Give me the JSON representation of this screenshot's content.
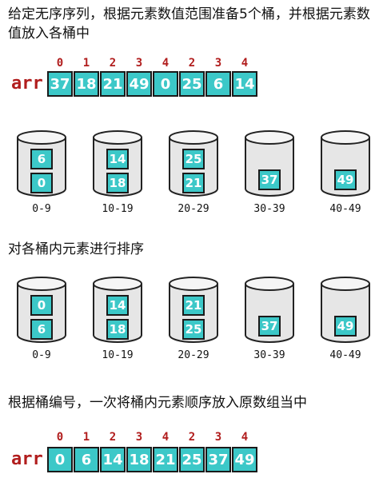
{
  "captions": {
    "step1": "给定无序序列，根据元素数值范围准备5个桶，并根据元素数值放入各桶中",
    "step2": "对各桶内元素进行排序",
    "step3": "根据桶编号，一次将桶内元素顺序放入原数组当中"
  },
  "array_label": "arr",
  "indices": [
    "0",
    "1",
    "2",
    "3",
    "4",
    "2",
    "3",
    "4"
  ],
  "input_array": [
    "37",
    "18",
    "21",
    "49",
    "0",
    "25",
    "6",
    "14"
  ],
  "buckets_unsorted": [
    {
      "label": "0-9",
      "items": [
        "6",
        "0"
      ]
    },
    {
      "label": "10-19",
      "items": [
        "14",
        "18"
      ]
    },
    {
      "label": "20-29",
      "items": [
        "25",
        "21"
      ]
    },
    {
      "label": "30-39",
      "items": [
        "37"
      ]
    },
    {
      "label": "40-49",
      "items": [
        "49"
      ]
    }
  ],
  "buckets_sorted": [
    {
      "label": "0-9",
      "items": [
        "0",
        "6"
      ]
    },
    {
      "label": "10-19",
      "items": [
        "14",
        "18"
      ]
    },
    {
      "label": "20-29",
      "items": [
        "21",
        "25"
      ]
    },
    {
      "label": "30-39",
      "items": [
        "37"
      ]
    },
    {
      "label": "40-49",
      "items": [
        "49"
      ]
    }
  ],
  "output_array": [
    "0",
    "6",
    "14",
    "18",
    "21",
    "25",
    "37",
    "49"
  ],
  "colors": {
    "cell_fill": "#3cc8c8",
    "index_text": "#b11d1d",
    "bucket_fill": "#e6e6e6"
  }
}
